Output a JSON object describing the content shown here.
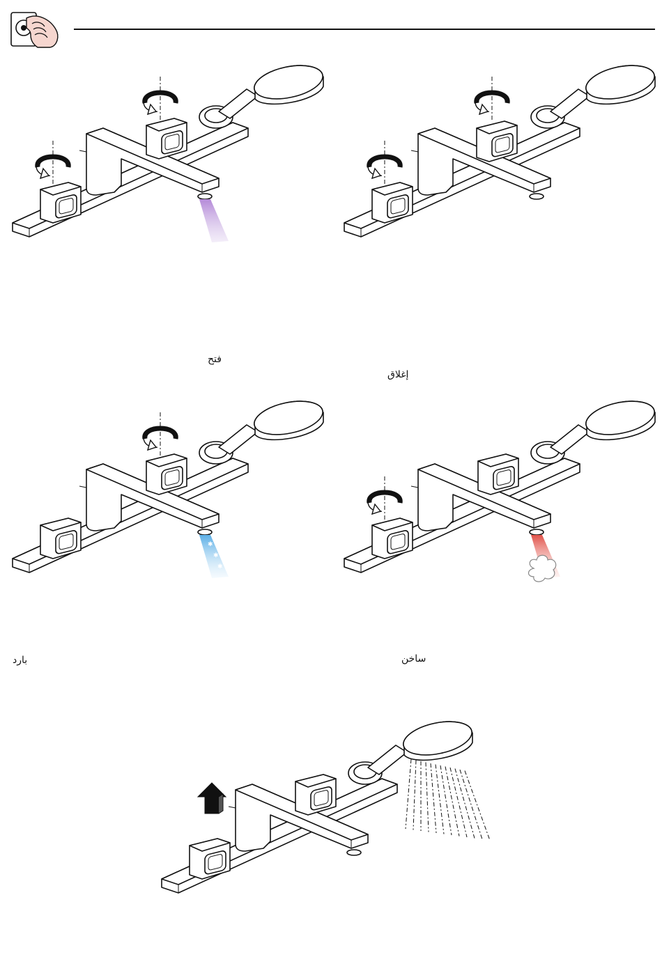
{
  "header": {
    "icon": "hand-turning-knob-icon"
  },
  "figures": [
    {
      "id": "open",
      "caption": "فتح",
      "water": "mixed",
      "water_colors": [
        "#d7c4ea",
        "#b48ad8"
      ]
    },
    {
      "id": "close",
      "caption": "إغلاق",
      "water": "none"
    },
    {
      "id": "cold",
      "caption": "بارد",
      "water": "cold",
      "water_colors": [
        "#dceffb",
        "#5aaee6"
      ]
    },
    {
      "id": "hot",
      "caption": "ساخن",
      "water": "hot",
      "water_colors": [
        "#fbd6d2",
        "#e0524a"
      ]
    },
    {
      "id": "shower",
      "caption": "",
      "water": "shower"
    }
  ],
  "colors": {
    "line": "#111111",
    "background": "#ffffff"
  }
}
